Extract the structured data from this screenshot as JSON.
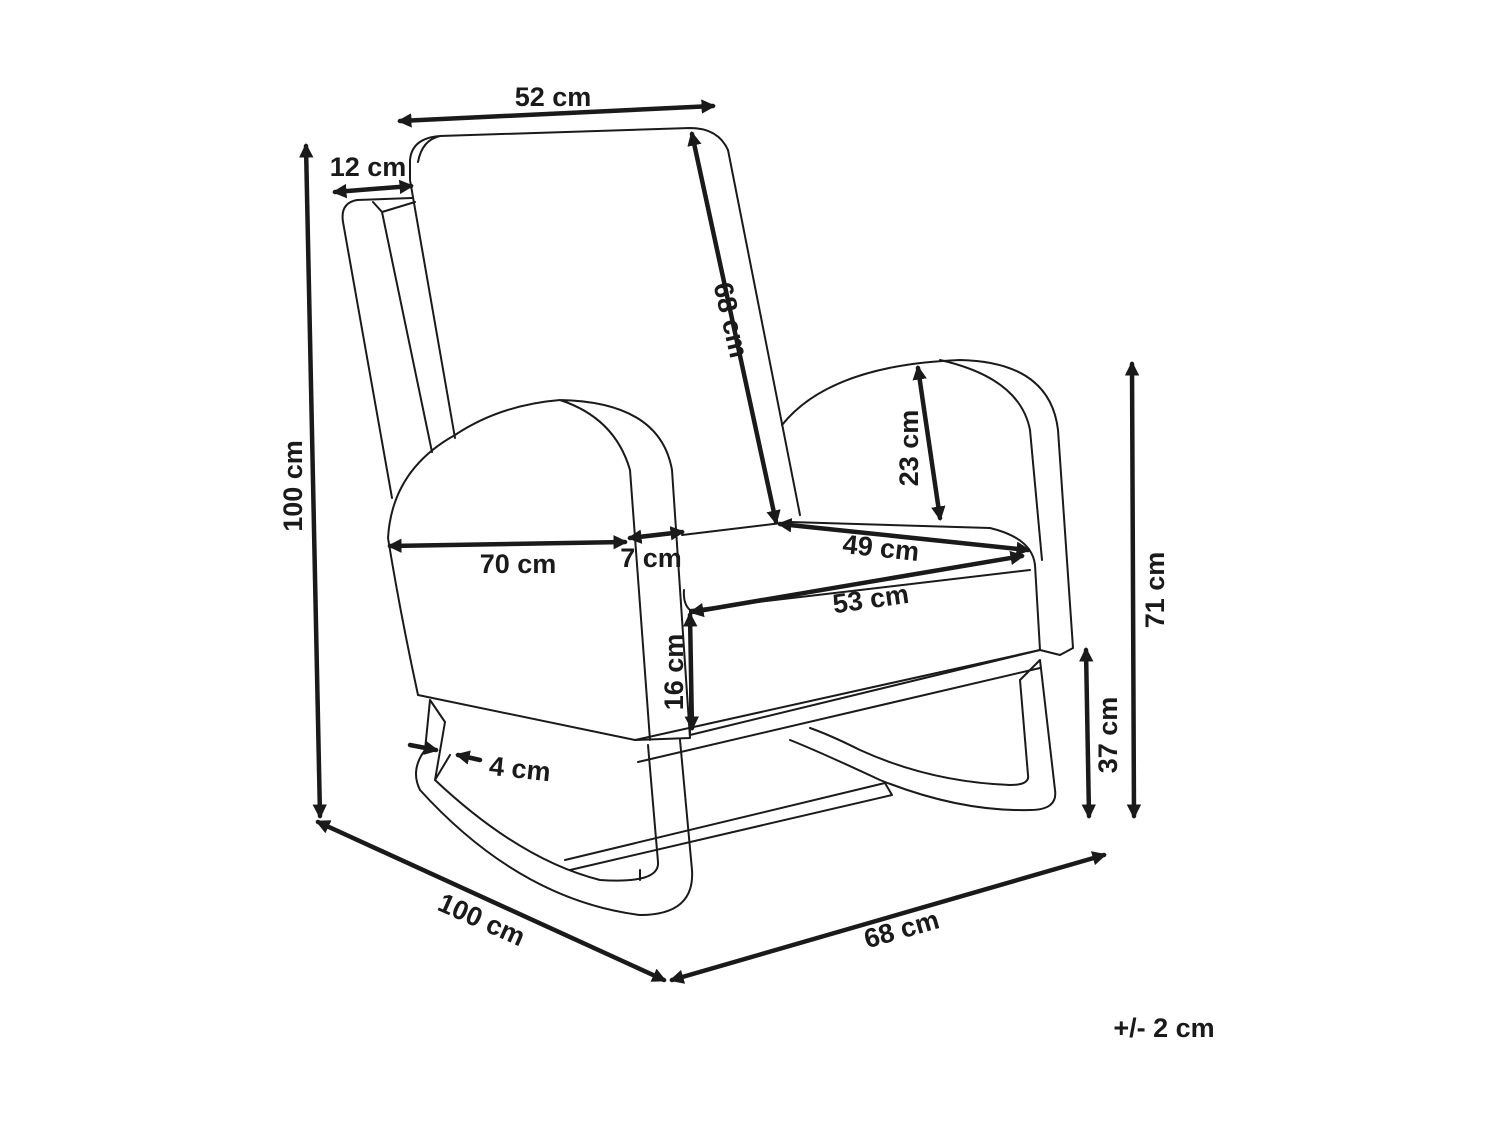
{
  "dimensions": {
    "backrest_width": "52 cm",
    "side_frame_width": "12 cm",
    "backrest_height": "68 cm",
    "total_height": "100 cm",
    "armrest_depth": "70 cm",
    "armrest_width": "7 cm",
    "armrest_height": "23 cm",
    "seat_depth": "49 cm",
    "seat_width": "53 cm",
    "seat_cushion_height": "16 cm",
    "arm_height_from_floor": "71 cm",
    "seat_height_from_floor": "37 cm",
    "rocker_thickness": "4 cm",
    "total_depth": "100 cm",
    "total_width": "68 cm"
  },
  "tolerance": "+/- 2 cm"
}
